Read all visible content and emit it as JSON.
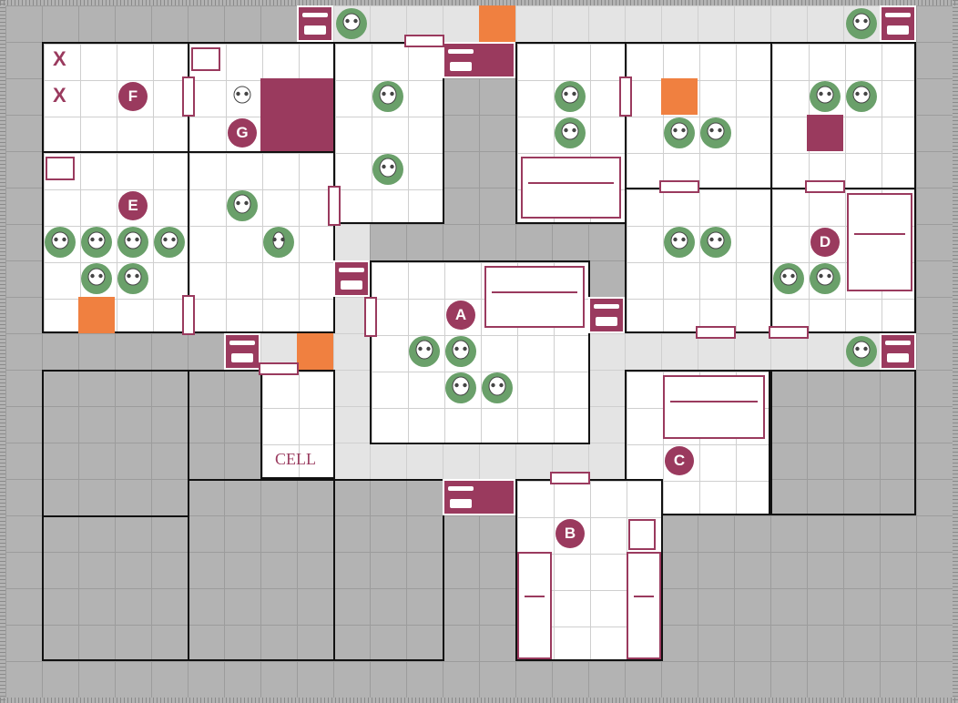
{
  "map": {
    "rooms": {
      "A": "A",
      "B": "B",
      "C": "C",
      "D": "D",
      "E": "E",
      "F": "F",
      "G": "G"
    },
    "cell_label": "CELL",
    "x_marks": [
      "X",
      "X"
    ],
    "colors": {
      "background": "#b3b3b3",
      "room": "#ffffff",
      "corridor": "#e4e4e4",
      "accent": "#9a3a5e",
      "monster": "#6aa06a",
      "trap": "#f08040"
    },
    "icons": [
      "skull-icon",
      "orc-icon",
      "goblin-icon",
      "spider-icon",
      "wizard-icon",
      "gargoyle-icon",
      "mummy-icon"
    ]
  }
}
